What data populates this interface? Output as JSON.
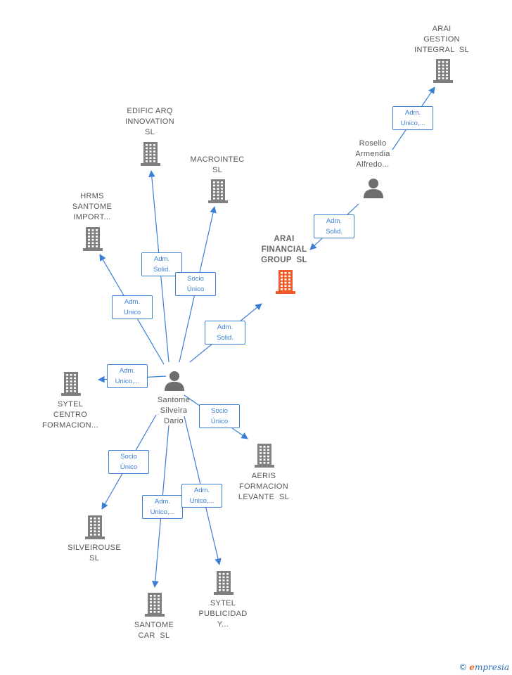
{
  "colors": {
    "edge": "#3a7fd5",
    "building": "#7f7f7f",
    "highlight": "#f05a28",
    "person": "#6d6d6d"
  },
  "nodes": [
    {
      "id": "arai_gestion",
      "lines": [
        "ARAI",
        "GESTION",
        "INTEGRAL  SL"
      ],
      "icon": "building-icon"
    },
    {
      "id": "edific",
      "lines": [
        "EDIFIC ARQ",
        "INNOVATION",
        "SL"
      ],
      "icon": "building-icon"
    },
    {
      "id": "macrointec",
      "lines": [
        "MACROINTEC",
        "SL"
      ],
      "icon": "building-icon"
    },
    {
      "id": "rosello",
      "lines": [
        "Rosello",
        "Armendia",
        "Alfredo..."
      ],
      "icon": "person-icon"
    },
    {
      "id": "hrms",
      "lines": [
        "HRMS",
        "SANTOME",
        "IMPORT..."
      ],
      "icon": "building-icon"
    },
    {
      "id": "arai_financial",
      "lines": [
        "ARAI",
        "FINANCIAL",
        "GROUP  SL"
      ],
      "icon": "building-icon"
    },
    {
      "id": "sytel_centro",
      "lines": [
        "SYTEL",
        "CENTRO",
        "FORMACION..."
      ],
      "icon": "building-icon"
    },
    {
      "id": "santome_silveira",
      "lines": [
        "Santome",
        "Silveira",
        "Dario"
      ],
      "icon": "person-icon"
    },
    {
      "id": "aeris",
      "lines": [
        "AERIS",
        "FORMACION",
        "LEVANTE  SL"
      ],
      "icon": "building-icon"
    },
    {
      "id": "silveirouse",
      "lines": [
        "SILVEIROUSE",
        "SL"
      ],
      "icon": "building-icon"
    },
    {
      "id": "santome_car",
      "lines": [
        "SANTOME",
        "CAR  SL"
      ],
      "icon": "building-icon"
    },
    {
      "id": "sytel_publicidad",
      "lines": [
        "SYTEL",
        "PUBLICIDAD",
        "Y..."
      ],
      "icon": "building-icon"
    }
  ],
  "edges": [
    {
      "from": "rosello",
      "to": "arai_gestion",
      "lines": [
        "Adm.",
        "Unico,..."
      ]
    },
    {
      "from": "rosello",
      "to": "arai_financial",
      "lines": [
        "Adm.",
        "Solid."
      ]
    },
    {
      "from": "santome_silveira",
      "to": "edific",
      "lines": [
        "Adm.",
        "Solid."
      ]
    },
    {
      "from": "santome_silveira",
      "to": "macrointec",
      "lines": [
        "Socio",
        "Único"
      ]
    },
    {
      "from": "santome_silveira",
      "to": "hrms",
      "lines": [
        "Adm.",
        "Unico"
      ]
    },
    {
      "from": "santome_silveira",
      "to": "arai_financial",
      "lines": [
        "Adm.",
        "Solid."
      ]
    },
    {
      "from": "santome_silveira",
      "to": "sytel_centro",
      "lines": [
        "Adm.",
        "Unico,..."
      ]
    },
    {
      "from": "santome_silveira",
      "to": "aeris",
      "lines": [
        "Socio",
        "Único"
      ]
    },
    {
      "from": "santome_silveira",
      "to": "silveirouse",
      "lines": [
        "Socio",
        "Único"
      ]
    },
    {
      "from": "santome_silveira",
      "to": "santome_car",
      "lines": [
        "Adm.",
        "Unico,..."
      ]
    },
    {
      "from": "santome_silveira",
      "to": "sytel_publicidad",
      "lines": [
        "Adm.",
        "Unico,..."
      ]
    }
  ],
  "brand": {
    "copyright": "©",
    "initial": "e",
    "name": "mpresia"
  }
}
